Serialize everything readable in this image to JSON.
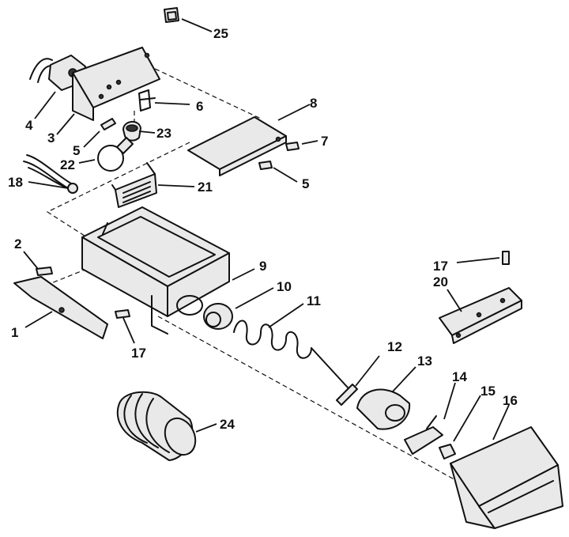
{
  "callouts": [
    {
      "id": "c25a",
      "text": "25"
    },
    {
      "id": "c4",
      "text": "4"
    },
    {
      "id": "c3",
      "text": "3"
    },
    {
      "id": "c6",
      "text": "6"
    },
    {
      "id": "c5a",
      "text": "5"
    },
    {
      "id": "c23",
      "text": "23"
    },
    {
      "id": "c8",
      "text": "8"
    },
    {
      "id": "c7",
      "text": "7"
    },
    {
      "id": "c22",
      "text": "22"
    },
    {
      "id": "c5b",
      "text": "5"
    },
    {
      "id": "c18",
      "text": "18"
    },
    {
      "id": "c21",
      "text": "21"
    },
    {
      "id": "c2",
      "text": "2"
    },
    {
      "id": "c9",
      "text": "9"
    },
    {
      "id": "c17a",
      "text": "17"
    },
    {
      "id": "c20",
      "text": "20"
    },
    {
      "id": "c10",
      "text": "10"
    },
    {
      "id": "c11",
      "text": "11"
    },
    {
      "id": "c1",
      "text": "1"
    },
    {
      "id": "c17b",
      "text": "17"
    },
    {
      "id": "c12",
      "text": "12"
    },
    {
      "id": "c13",
      "text": "13"
    },
    {
      "id": "c14",
      "text": "14"
    },
    {
      "id": "c15",
      "text": "15"
    },
    {
      "id": "c16",
      "text": "16"
    },
    {
      "id": "c24",
      "text": "24"
    }
  ]
}
